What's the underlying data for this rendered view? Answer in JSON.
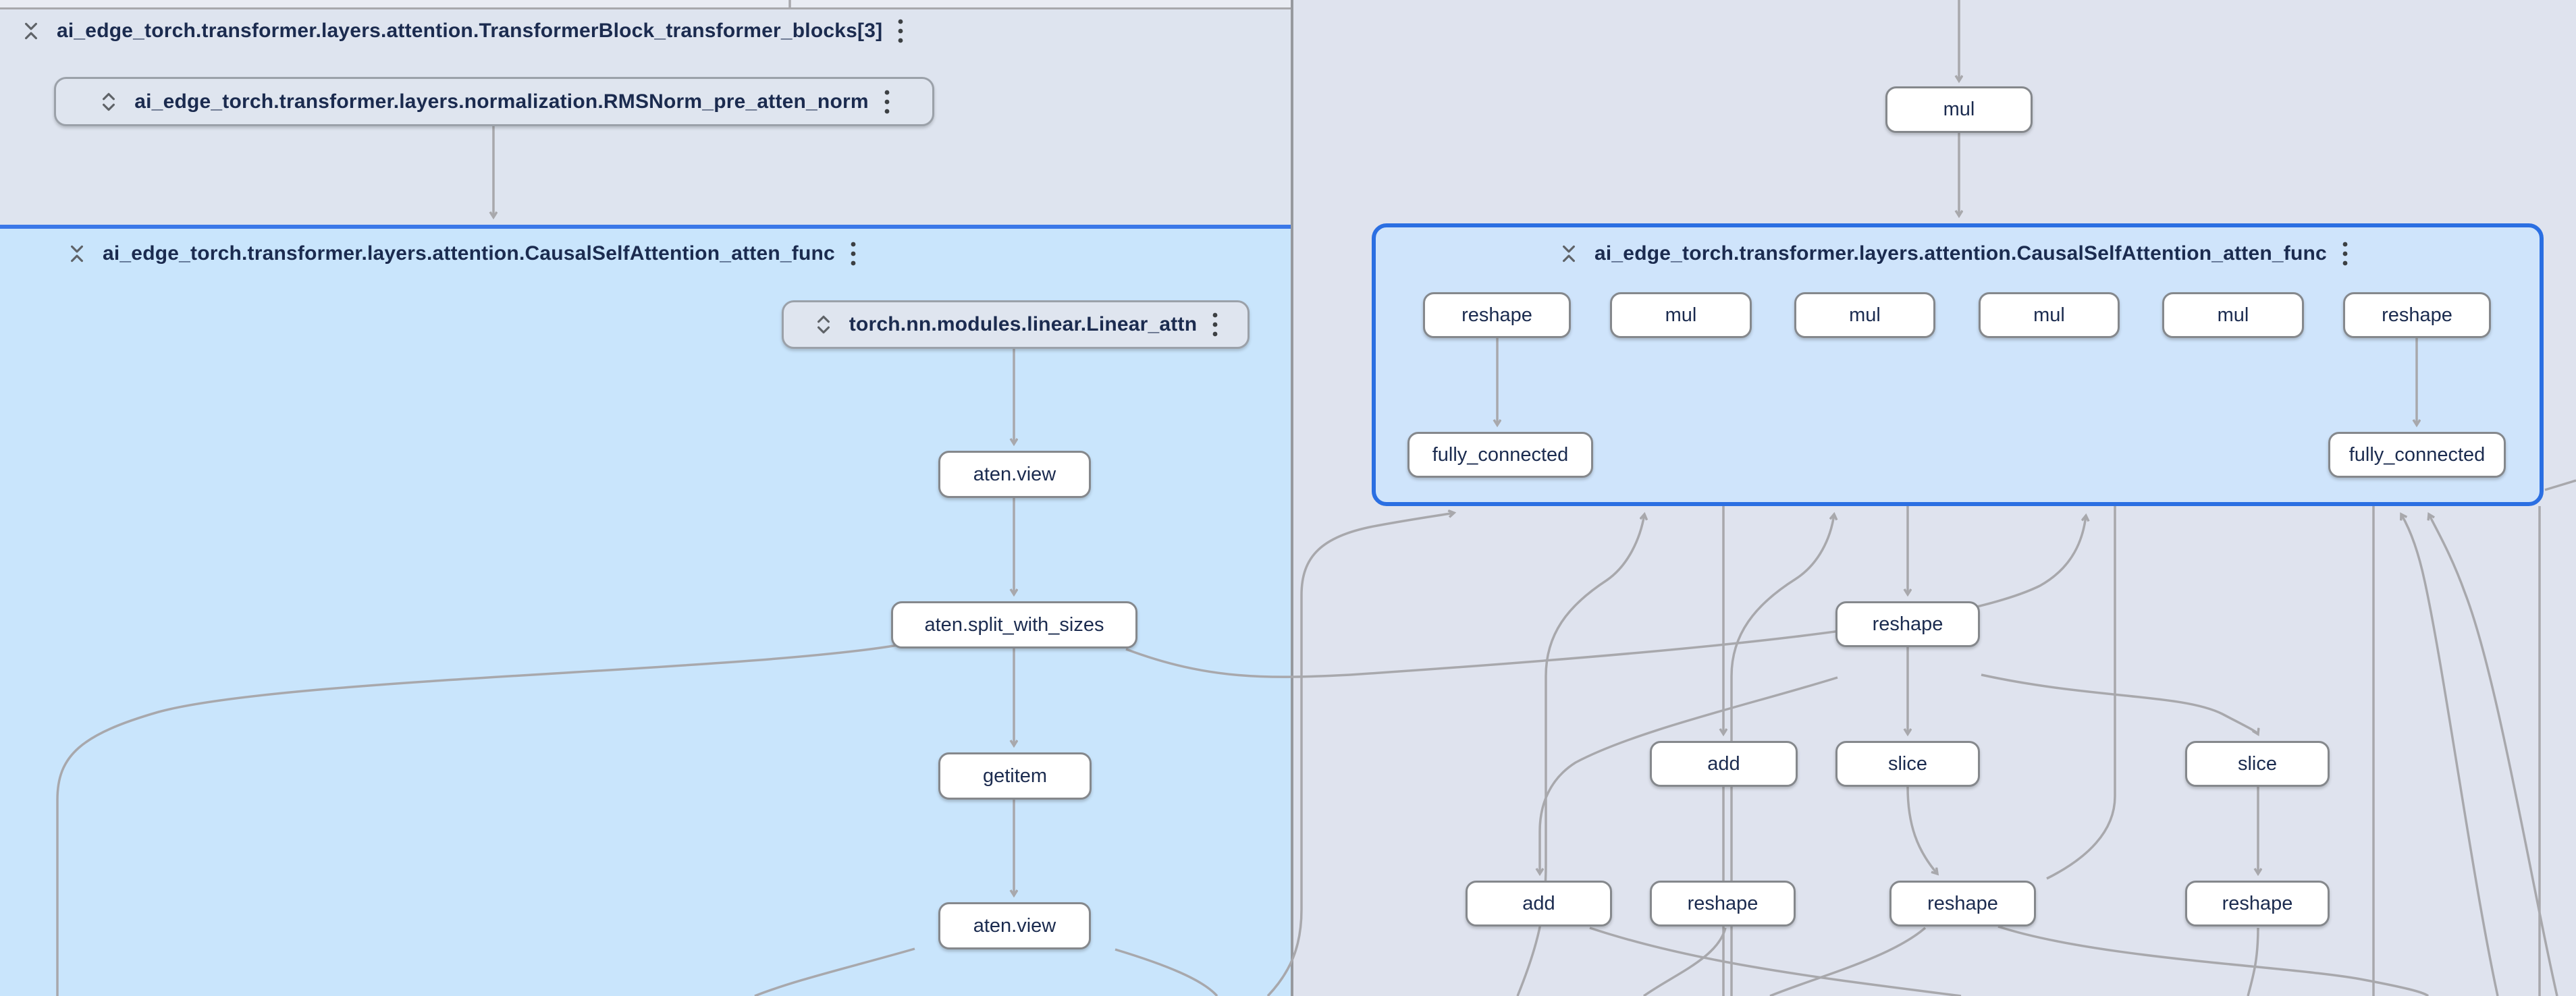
{
  "app": {
    "name": "model-explorer-graph-view"
  },
  "colors": {
    "canvas_bg": "#dfe3ee",
    "group_bg": "#dee4ef",
    "selected_layer_fill": "#c9e5fc",
    "selected_layer_border": "#3b78e8",
    "layer_box_fill": "#cfe4fb",
    "layer_box_border": "#2b6fe2",
    "node_fill": "#ffffff",
    "node_border": "#85888c",
    "collapsed_node_fill": "#dfe5ef",
    "edge": "#a8a8ac",
    "text": "#1b2b4f"
  },
  "groups": {
    "transformer_block": {
      "title": "ai_edge_torch.transformer.layers.attention.TransformerBlock_transformer_blocks[3]"
    },
    "causal_left": {
      "title": "ai_edge_torch.transformer.layers.attention.CausalSelfAttention_atten_func"
    },
    "causal_right": {
      "title": "ai_edge_torch.transformer.layers.attention.CausalSelfAttention_atten_func"
    }
  },
  "collapsed_layers": {
    "rmsnorm": {
      "title": "ai_edge_torch.transformer.layers.normalization.RMSNorm_pre_atten_norm"
    },
    "linear": {
      "title": "torch.nn.modules.linear.Linear_attn"
    }
  },
  "ops": {
    "mul_top": "mul",
    "reshape_a": "reshape",
    "mul_a": "mul",
    "mul_b": "mul",
    "mul_c": "mul",
    "mul_d": "mul",
    "reshape_b": "reshape",
    "fc_left": "fully_connected",
    "fc_right": "fully_connected",
    "view_1": "aten.view",
    "split": "aten.split_with_sizes",
    "getitem": "getitem",
    "view_2": "aten.view",
    "reshape_mid": "reshape",
    "add_mid": "add",
    "slice_1": "slice",
    "slice_2": "slice",
    "add_b": "add",
    "reshape_c": "reshape",
    "reshape_d": "reshape",
    "reshape_e": "reshape"
  }
}
